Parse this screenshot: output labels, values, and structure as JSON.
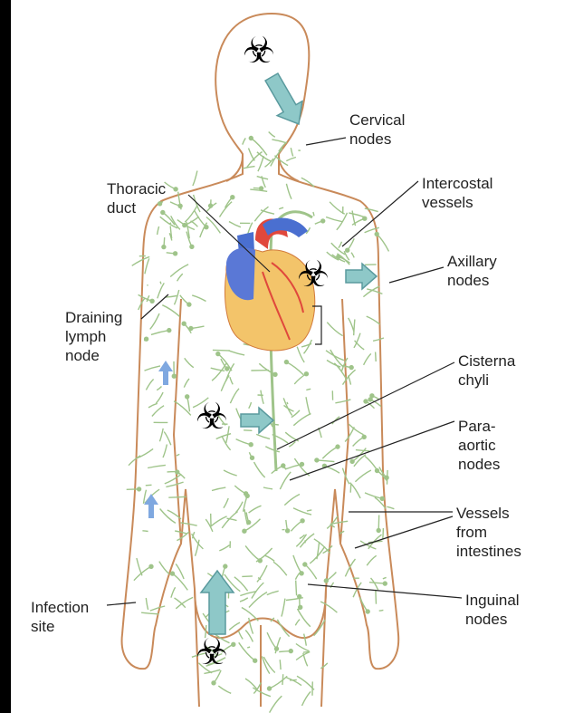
{
  "labels": {
    "cervical": "Cervical\nnodes",
    "thoracic": "Thoracic\nduct",
    "intercostal": "Intercostal\nvessels",
    "axillary": "Axillary\nnodes",
    "draining": "Draining\nlymph\nnode",
    "cisterna": "Cisterna\nchyli",
    "paraaortic": "Para-\naortic\nnodes",
    "vessels_intestines": "Vessels\nfrom\nintestines",
    "infection": "Infection\nsite",
    "inguinal": "Inguinal\nnodes"
  },
  "symbols": {
    "biohazard": "☣"
  },
  "colors": {
    "body_outline": "#c98a5a",
    "lymph": "#9fc48a",
    "arrow_fill": "#8ec8c8",
    "arrow_stroke": "#5a9a9e",
    "blue_arrow": "#7fa8e0",
    "heart_red": "#e0483c",
    "heart_yellow": "#f3c46a",
    "vein_blue": "#4a6fd0"
  }
}
